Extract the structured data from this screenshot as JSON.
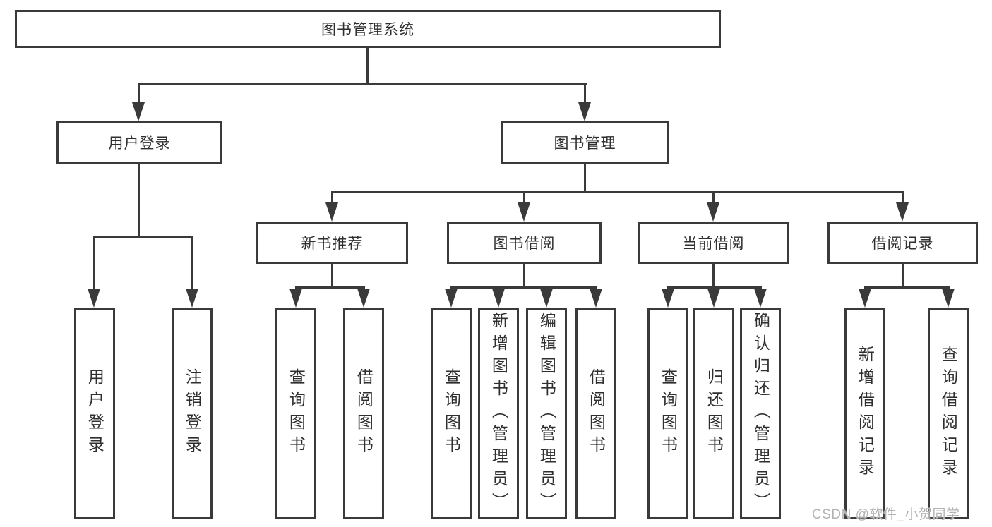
{
  "watermark": "CSDN @软件_小贺同学",
  "colors": {
    "line": "#3a3a3a",
    "text": "#2f2f2f",
    "box_background": "#ffffff",
    "watermark": "#b3b3b3"
  },
  "tree": {
    "root": {
      "label": "图书管理系统"
    },
    "children": [
      {
        "label": "用户登录",
        "children": [
          {
            "label": "用户登录"
          },
          {
            "label": "注销登录"
          }
        ]
      },
      {
        "label": "图书管理",
        "children": [
          {
            "label": "新书推荐",
            "children": [
              {
                "label": "查询图书"
              },
              {
                "label": "借阅图书"
              }
            ]
          },
          {
            "label": "图书借阅",
            "children": [
              {
                "label": "查询图书"
              },
              {
                "label": "新增图书（管理员）"
              },
              {
                "label": "编辑图书（管理员）"
              },
              {
                "label": "借阅图书"
              }
            ]
          },
          {
            "label": "当前借阅",
            "children": [
              {
                "label": "查询图书"
              },
              {
                "label": "归还图书"
              },
              {
                "label": "确认归还（管理员）"
              }
            ]
          },
          {
            "label": "借阅记录",
            "children": [
              {
                "label": "新增借阅记录"
              },
              {
                "label": "查询借阅记录"
              }
            ]
          }
        ]
      }
    ]
  }
}
